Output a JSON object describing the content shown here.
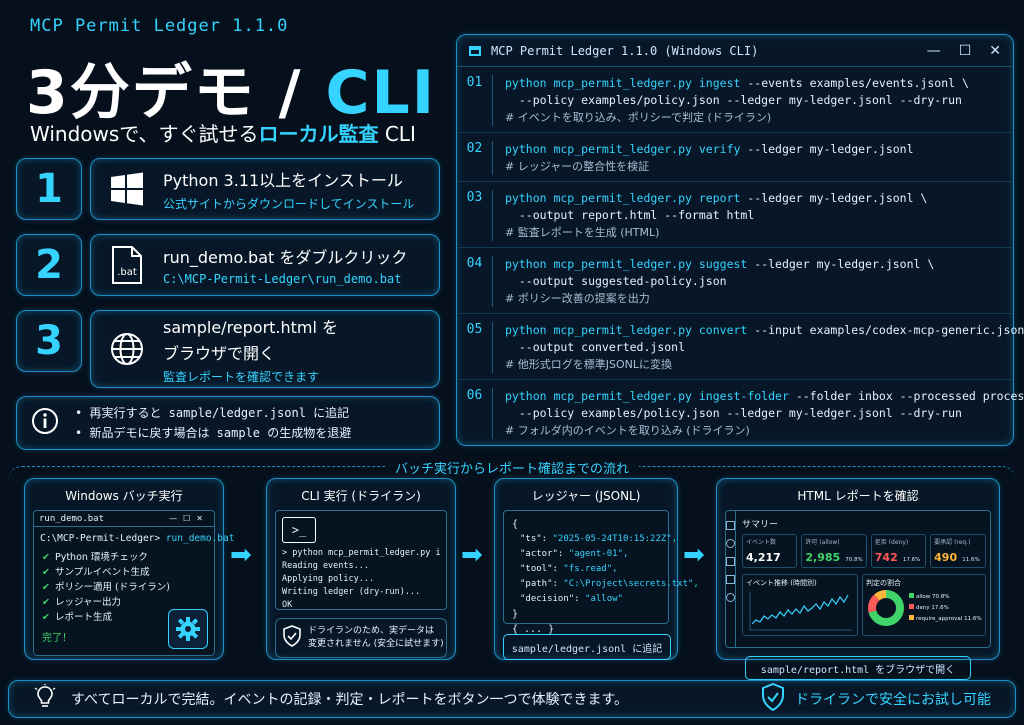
{
  "header": {
    "app_version": "MCP Permit Ledger 1.1.0",
    "title_main": "3分デモ / ",
    "title_cli": "CLI",
    "tagline_pre": "Windowsで、すぐ試せる",
    "tagline_hl": "ローカル監査",
    "tagline_post": " CLI"
  },
  "steps": [
    {
      "num": "1",
      "title": "Python 3.11以上をインストール",
      "sub": "公式サイトからダウンロードしてインストール",
      "icon": "windows-icon"
    },
    {
      "num": "2",
      "title": "run_demo.bat をダブルクリック",
      "sub": "C:\\MCP-Permit-Ledger\\run_demo.bat",
      "icon": "bat-file-icon",
      "icon_label": ".bat"
    },
    {
      "num": "3",
      "title": "sample/report.html を",
      "title2": "ブラウザで開く",
      "sub": "監査レポートを確認できます",
      "icon": "globe-icon"
    }
  ],
  "notes": [
    "• 再実行すると sample/ledger.jsonl に追記",
    "• 新品デモに戻す場合は sample の生成物を退避"
  ],
  "cli_window": {
    "title": "MCP Permit Ledger 1.1.0 (Windows CLI)",
    "commands": [
      {
        "no": "01",
        "py": "python mcp_permit_ledger.py",
        "sub": "ingest",
        "rest": " --events examples/events.jsonl \\",
        "line2": "  --policy examples/policy.json --ledger my-ledger.jsonl --dry-run",
        "comment": "# イベントを取り込み、ポリシーで判定 (ドライラン)"
      },
      {
        "no": "02",
        "py": "python mcp_permit_ledger.py",
        "sub": "verify",
        "rest": " --ledger my-ledger.jsonl",
        "line2": "",
        "comment": "# レッジャーの整合性を検証"
      },
      {
        "no": "03",
        "py": "python mcp_permit_ledger.py",
        "sub": "report",
        "rest": " --ledger my-ledger.jsonl \\",
        "line2": "  --output report.html --format html",
        "comment": "# 監査レポートを生成 (HTML)"
      },
      {
        "no": "04",
        "py": "python mcp_permit_ledger.py",
        "sub": "suggest",
        "rest": " --ledger my-ledger.jsonl \\",
        "line2": "  --output suggested-policy.json",
        "comment": "# ポリシー改善の提案を出力"
      },
      {
        "no": "05",
        "py": "python mcp_permit_ledger.py",
        "sub": "convert",
        "rest": " --input examples/codex-mcp-generic.jsonl \\",
        "line2": "  --output converted.jsonl",
        "comment": "# 他形式ログを標準JSONLに変換"
      },
      {
        "no": "06",
        "py": "python mcp_permit_ledger.py",
        "sub": "ingest-folder",
        "rest": " --folder inbox --processed processed \\",
        "line2": "  --policy examples/policy.json --ledger my-ledger.jsonl --dry-run",
        "comment": "# フォルダ内のイベントを取り込み (ドライラン)"
      }
    ]
  },
  "flow": {
    "title": "バッチ実行からレポート確認までの流れ",
    "batch": {
      "heading": "Windows バッチ実行",
      "window_title": "run_demo.bat",
      "prompt": "C:\\MCP-Permit-Ledger>",
      "command": " run_demo.bat",
      "items": [
        "Python 環境チェック",
        "サンプルイベント生成",
        "ポリシー適用 (ドライラン)",
        "レッジャー出力",
        "レポート生成"
      ],
      "done": "完了！"
    },
    "cli": {
      "heading": "CLI 実行 (ドライラン)",
      "prompt_icon": ">_",
      "lines": [
        "> python mcp_permit_ledger.py ingest ...",
        "Reading events...",
        "Applying policy...",
        "Writing ledger (dry-run)...",
        "OK"
      ],
      "note_line1": "ドライランのため、実データは",
      "note_line2": "変更されません (安全に試せます)"
    },
    "ledger": {
      "heading": "レッジャー (JSONL)",
      "open": "{",
      "rows": [
        {
          "k": "\"ts\": ",
          "v": "\"2025-05-24T10:15:22Z\","
        },
        {
          "k": "\"actor\": ",
          "v": "\"agent-01\","
        },
        {
          "k": "\"tool\": ",
          "v": "\"fs.read\","
        },
        {
          "k": "\"path\": ",
          "v": "\"C:\\Project\\secrets.txt\","
        },
        {
          "k": "\"decision\": ",
          "v": "\"allow\""
        }
      ],
      "close": "}",
      "more": "{ ... }",
      "caption": "sample/ledger.jsonl に追記"
    },
    "report": {
      "heading": "HTML レポートを確認",
      "summary": "サマリー",
      "stats": [
        {
          "label": "イベント数",
          "value": "4,217",
          "pct": "",
          "color": "#ffffff"
        },
        {
          "label": "許可 (allow)",
          "value": "2,985",
          "pct": "70.8%",
          "color": "#3fd46a"
        },
        {
          "label": "拒否 (deny)",
          "value": "742",
          "pct": "17.6%",
          "color": "#ff5a5a"
        },
        {
          "label": "要承認 (req.)",
          "value": "490",
          "pct": "11.6%",
          "color": "#ffb63a"
        }
      ],
      "trend_title": "イベント推移 (時間別)",
      "ratio_title": "判定の割合",
      "legend": [
        {
          "name": "allow",
          "pct": "70.8%",
          "color": "#3fd46a"
        },
        {
          "name": "deny",
          "pct": "17.6%",
          "color": "#ff5a5a"
        },
        {
          "name": "require_approval",
          "pct": "11.6%",
          "color": "#ffb63a"
        }
      ],
      "caption": "sample/report.html をブラウザで開く"
    }
  },
  "footer": {
    "left": "すべてローカルで完結。イベントの記録・判定・レポートをボタン一つで体験できます。",
    "right": "ドライランで安全にお試し可能"
  }
}
